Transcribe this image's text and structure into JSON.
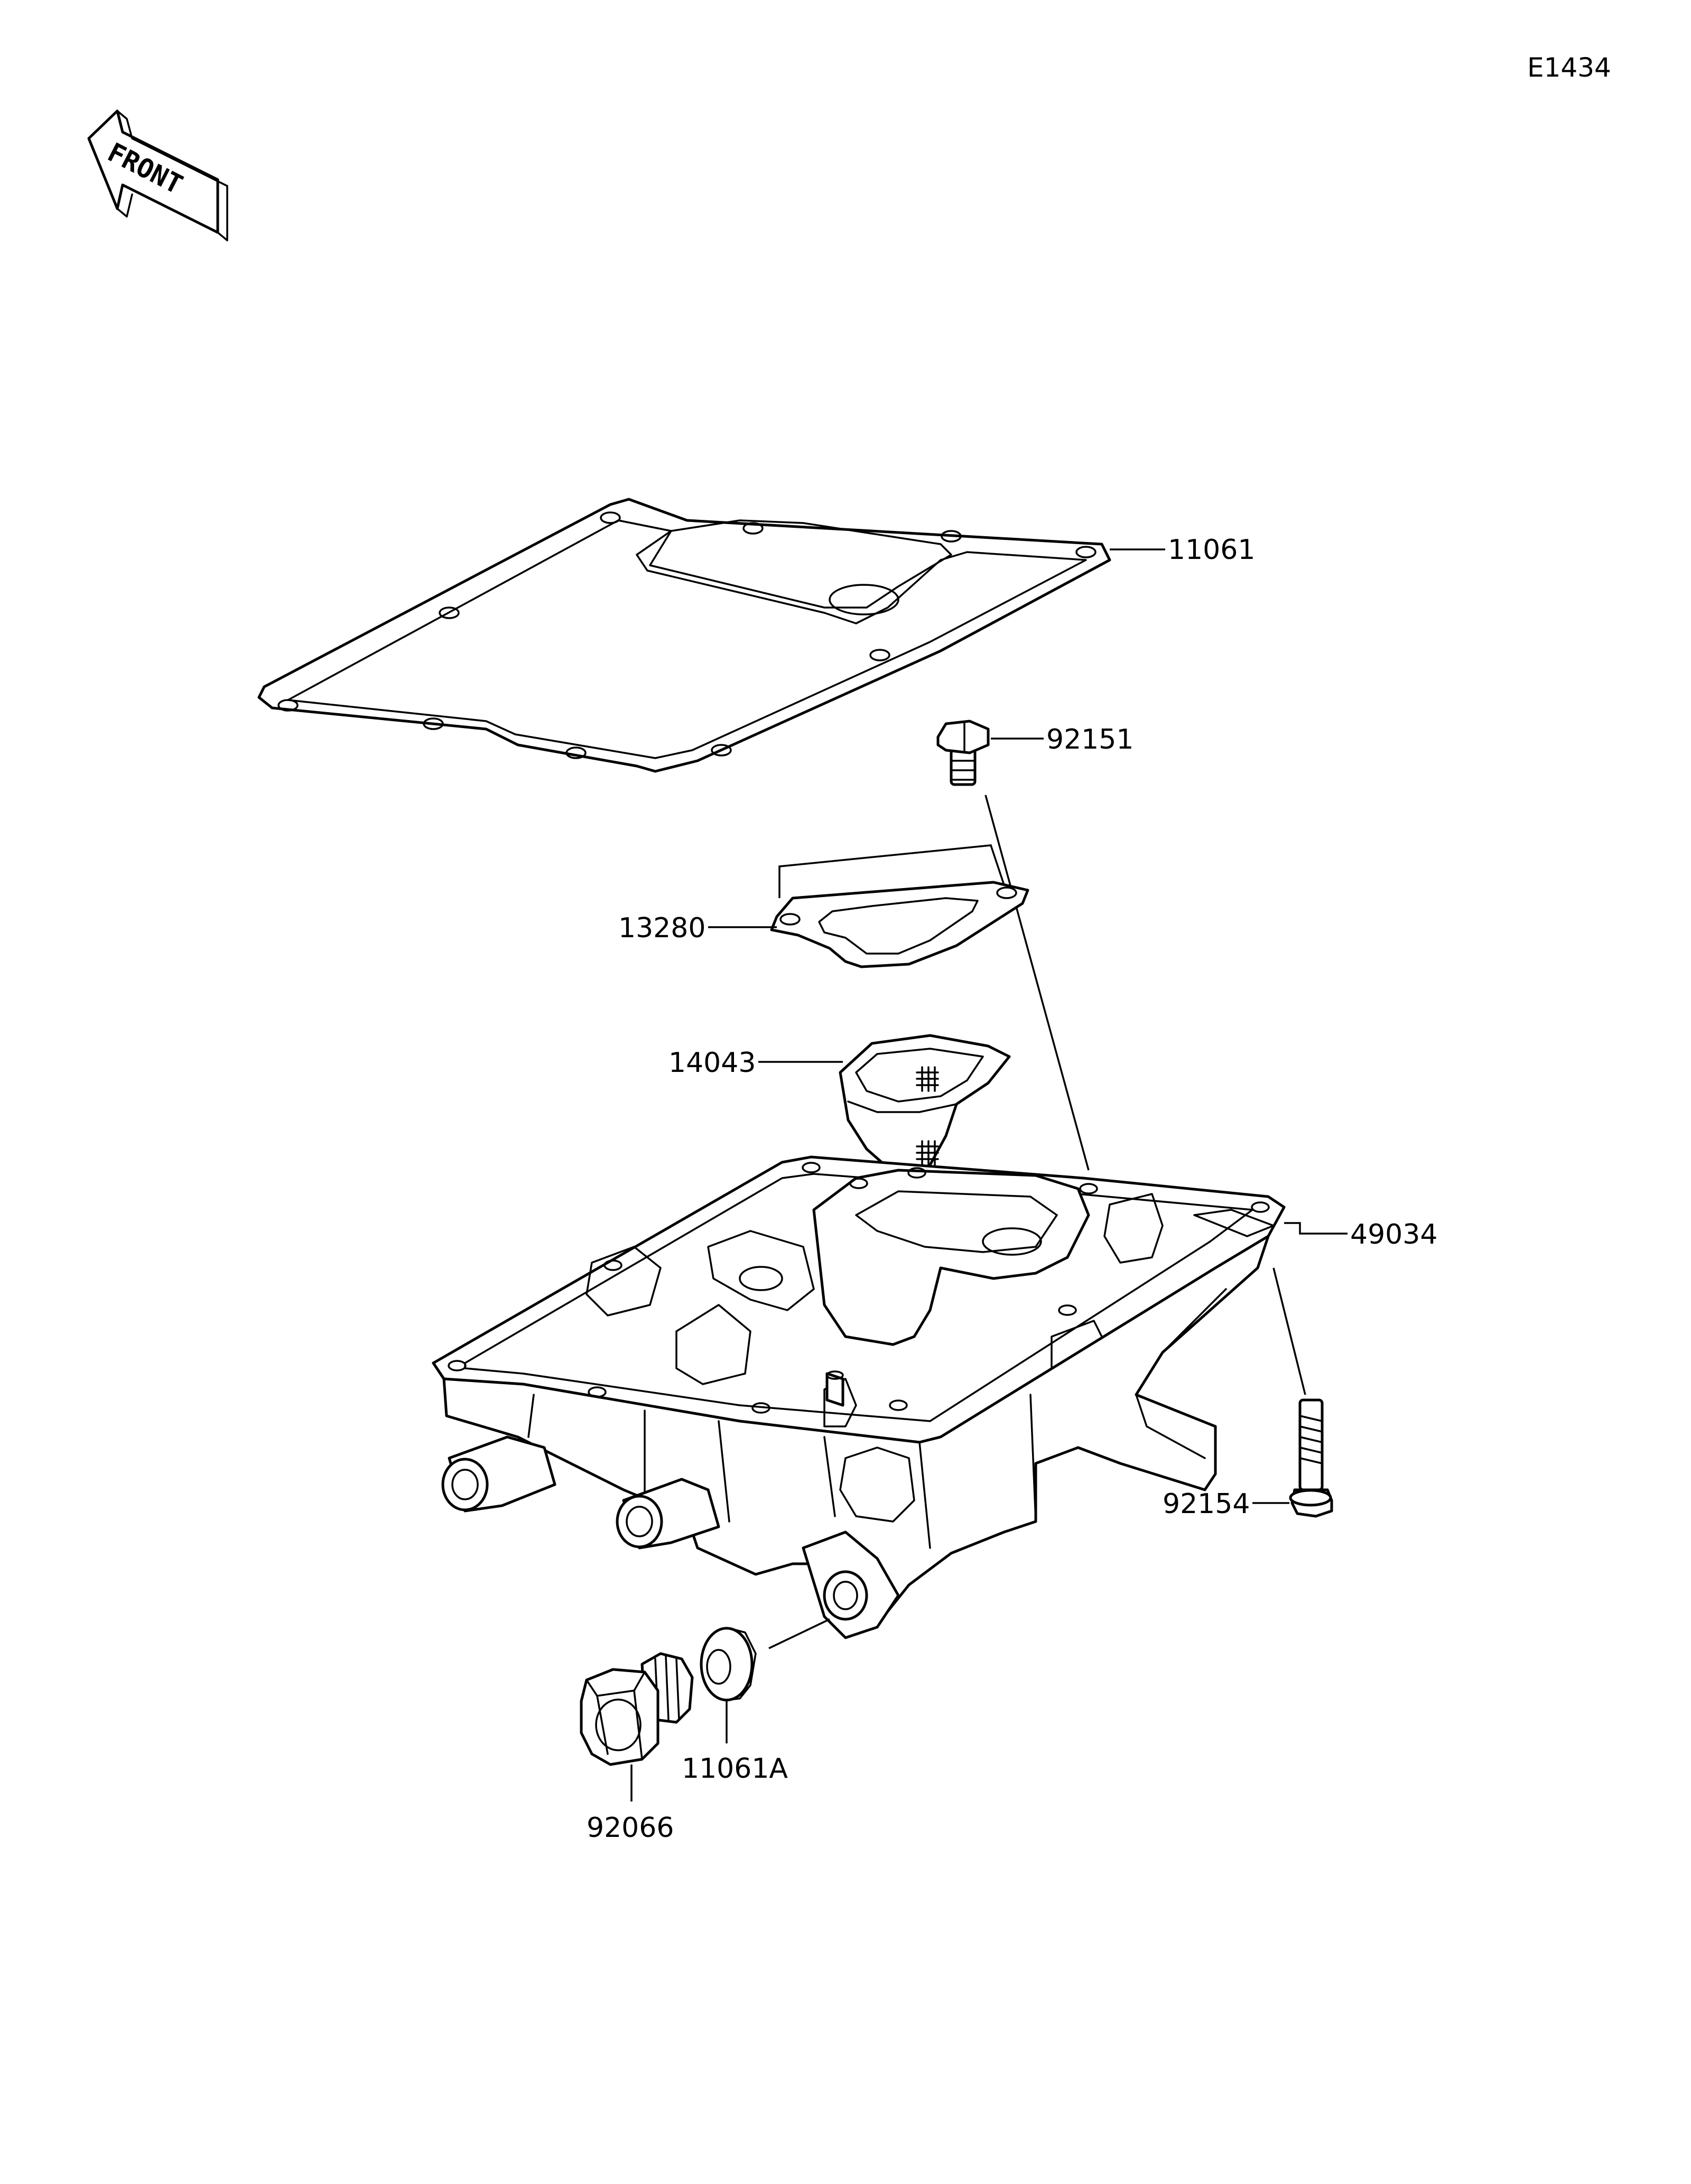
{
  "diagram_code": "E1434",
  "front_label": "FRONT",
  "parts": {
    "gasket_oil_pan": "11061",
    "bolt_flanged_strainer": "92151",
    "cover_strainer": "13280",
    "screen_oil_strainer": "14043",
    "oil_pan": "49034",
    "bolt_flanged_pan": "92154",
    "gasket_drain": "11061A",
    "plug_drain": "92066"
  },
  "colors": {
    "line": "#000000",
    "background": "#ffffff"
  }
}
